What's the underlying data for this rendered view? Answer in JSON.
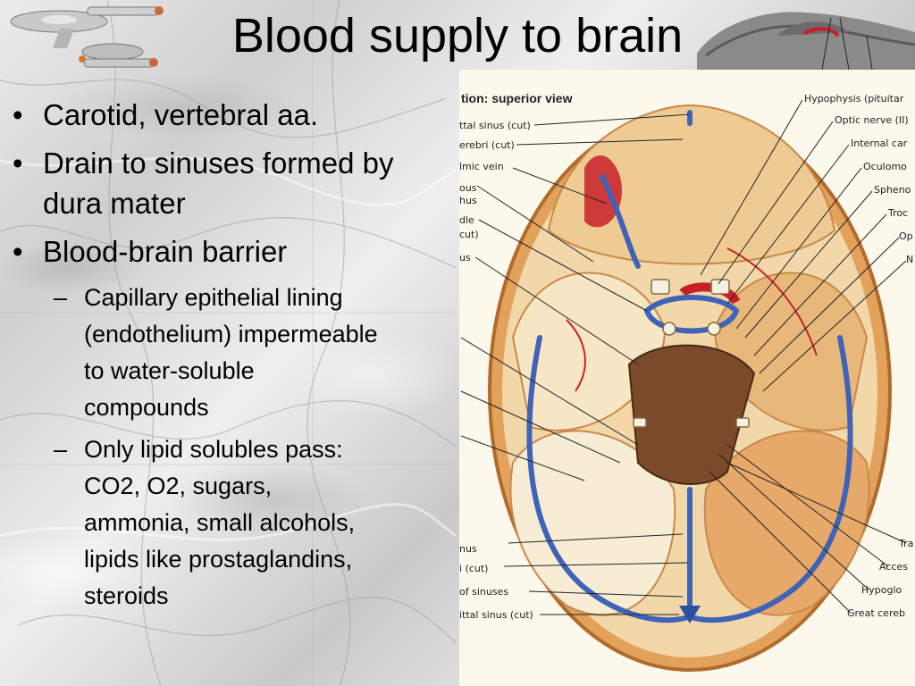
{
  "slide": {
    "title": "Blood supply to brain",
    "bullets": [
      {
        "level": 1,
        "text": "Carotid, vertebral aa."
      },
      {
        "level": 1,
        "text": "Drain to sinuses formed by dura mater"
      },
      {
        "level": 1,
        "text": "Blood-brain barrier"
      },
      {
        "level": 2,
        "text": "Capillary epithelial lining (endothelium) impermeable to water-soluble compounds"
      },
      {
        "level": 2,
        "text": "Only lipid solubles pass: CO2, O2, sugars, ammonia, small alcohols, lipids like prostaglandins, steroids"
      }
    ],
    "markers": {
      "level1": "•",
      "level2": "–"
    }
  },
  "figure": {
    "caption": "tion: superior view",
    "left_labels": [
      "ttal sinus (cut)",
      "erebri (cut)",
      "lmic vein",
      "ous",
      "hus",
      "dle",
      "cut)",
      "us",
      "nus",
      "i (cut)",
      "of sinuses",
      "ittal sinus (cut)"
    ],
    "right_labels": [
      "Hypophysis (pituitar",
      "Optic nerve (II)",
      "Internal car",
      "Oculomo",
      "Spheno",
      "Troc",
      "Op",
      "N",
      "Tra",
      "Acces",
      "Hypoglo",
      "Great cereb"
    ]
  },
  "colors": {
    "text": "#000000",
    "vein": "#3e63b8",
    "artery": "#c8202a",
    "dura": "#e9b97a"
  }
}
